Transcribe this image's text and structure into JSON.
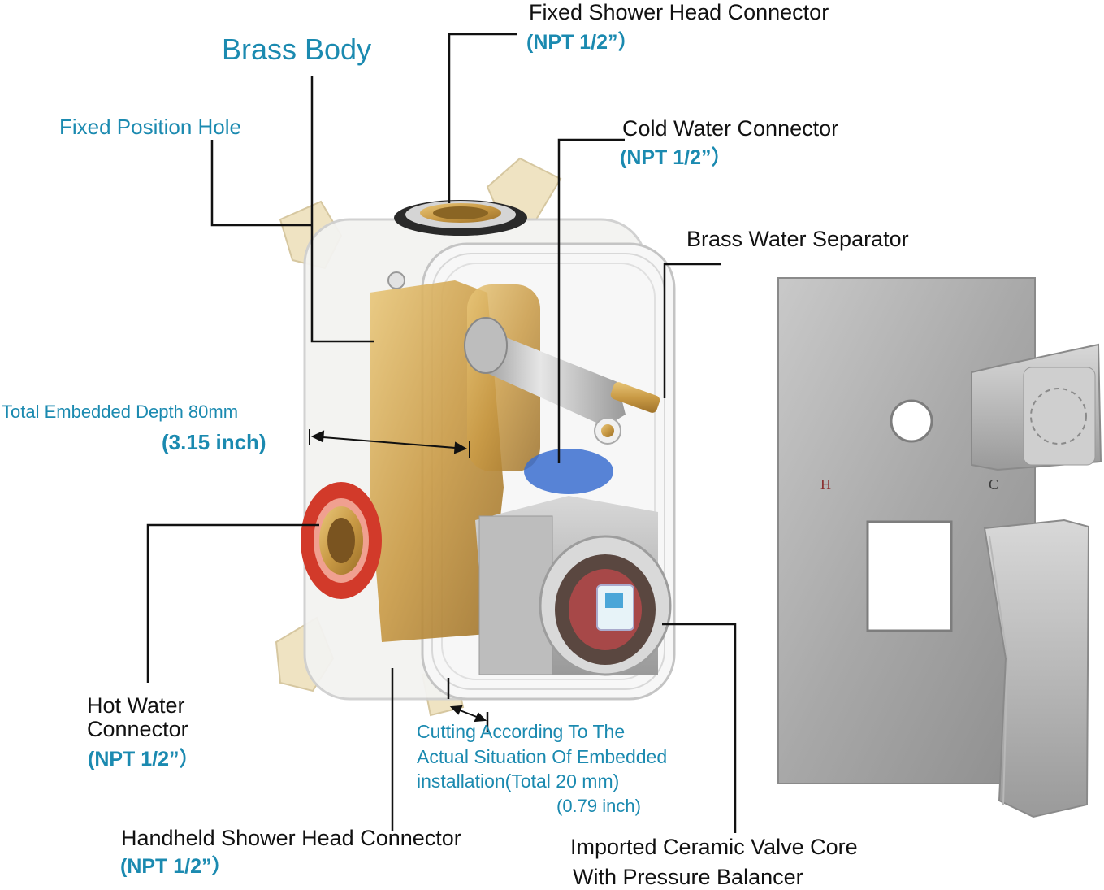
{
  "labels": {
    "brass_body": "Brass Body",
    "fixed_position_hole": "Fixed Position Hole",
    "fixed_shower_head_connector": "Fixed Shower Head Connector",
    "fixed_shower_head_npt": "(NPT 1/2”）",
    "cold_water_connector": "Cold Water Connector",
    "cold_water_npt": "(NPT 1/2”）",
    "brass_water_separator": "Brass Water Separator",
    "total_depth": "Total Embedded Depth 80mm",
    "total_depth_inch": "(3.15 inch)",
    "hot_water_line1": "Hot Water",
    "hot_water_line2": "Connector",
    "hot_water_npt": "(NPT 1/2”）",
    "cutting_line1": "Cutting According To The",
    "cutting_line2": "Actual Situation Of Embedded",
    "cutting_line3": "installation(Total 20 mm)",
    "cutting_inch": "(0.79 inch)",
    "handheld_connector": "Handheld Shower Head Connector",
    "handheld_npt": "(NPT 1/2”）",
    "valve_core_line1": "Imported Ceramic Valve Core",
    "valve_core_line2": "With Pressure Balancer"
  },
  "plate_marks": {
    "hot": "H",
    "cold": "C"
  }
}
